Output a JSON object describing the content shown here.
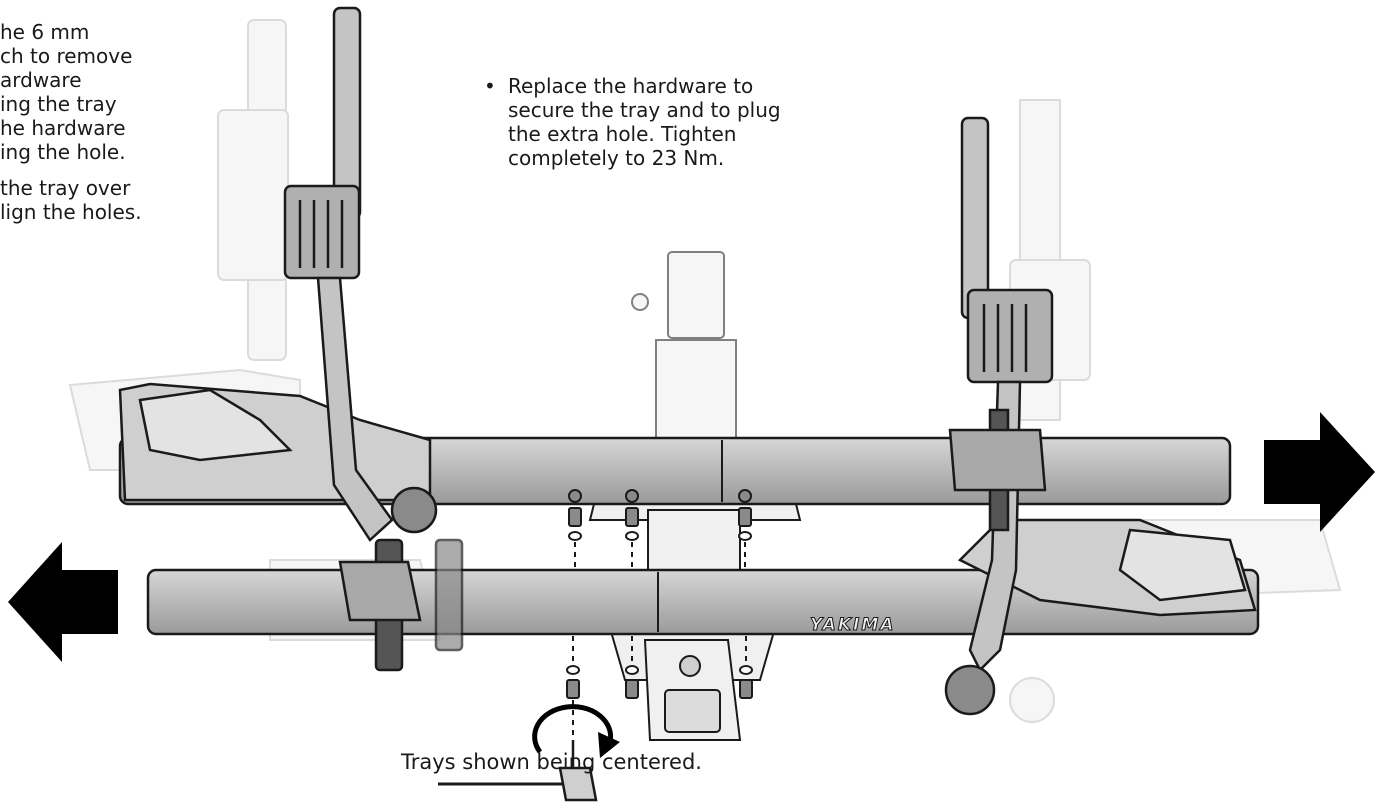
{
  "instructions": {
    "left_lines": [
      "he 6 mm",
      "ch to remove",
      "ardware",
      "ing the tray",
      "he hardware",
      "ing the hole.",
      "the tray over",
      "lign the holes."
    ],
    "right_bullet": "•",
    "right_lines": [
      "Replace the hardware to",
      "secure the tray and to plug",
      "the extra hole. Tighten",
      "completely to 23 Nm."
    ],
    "caption": "Trays shown being centered."
  },
  "brand": {
    "logo_text": "YAKIMA"
  },
  "colors": {
    "ink": "#1a1a1a",
    "bar_fill": "#bdbdbd",
    "bar_light": "#d9d9d9",
    "ghost": "#e6e6e6",
    "arrow": "#000000"
  }
}
